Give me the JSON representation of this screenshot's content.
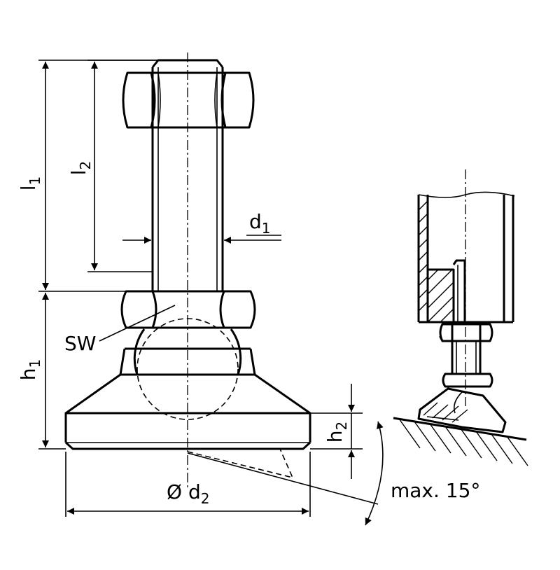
{
  "labels": {
    "l1": "l",
    "l1_sub": "1",
    "l2": "l",
    "l2_sub": "2",
    "h1": "h",
    "h1_sub": "1",
    "h2": "h",
    "h2_sub": "2",
    "d1": "d",
    "d1_sub": "1",
    "d2_prefix": "Ø d",
    "d2_sub": "2",
    "sw": "SW",
    "angle": "max. 15°"
  }
}
